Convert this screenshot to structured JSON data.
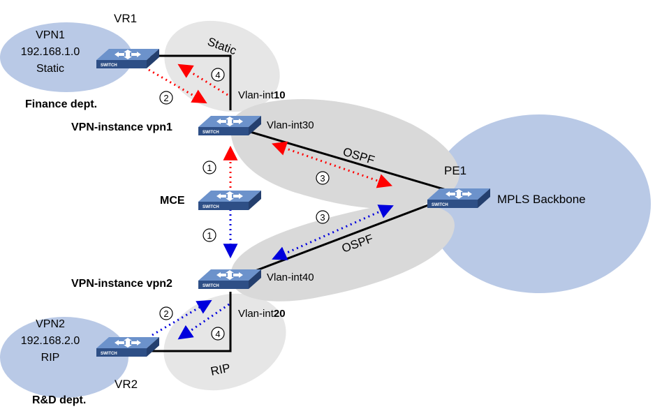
{
  "colors": {
    "vpn_bubble": "#b9c9e6",
    "routing_area": "#d9d9d9",
    "routing_area_light": "#e6e6e6",
    "red_flow": "#ff0000",
    "blue_flow": "#0000dd",
    "switch_top": "#5f86c1",
    "switch_side": "#2e4f86"
  },
  "devices": {
    "vr1": {
      "label": "VR1",
      "icon_text": "SWITCH"
    },
    "vr2": {
      "label": "VR2",
      "icon_text": "SWITCH"
    },
    "vpn1_instance": {
      "label": "VPN-instance vpn1",
      "icon_text": "SWITCH"
    },
    "vpn2_instance": {
      "label": "VPN-instance vpn2",
      "icon_text": "SWITCH"
    },
    "mce": {
      "label": "MCE",
      "icon_text": "SWITCH"
    },
    "pe1": {
      "label": "PE1",
      "icon_text": "SWITCH"
    }
  },
  "sites": {
    "vpn1": {
      "line1": "VPN1",
      "line2": "192.168.1.0",
      "line3": "Static",
      "dept": "Finance dept."
    },
    "vpn2": {
      "line1": "VPN2",
      "line2": "192.168.2.0",
      "line3": "RIP",
      "dept": "R&D dept."
    },
    "backbone": {
      "label": "MPLS Backbone"
    }
  },
  "interfaces": {
    "vlan10": {
      "prefix": "Vlan-int",
      "num": "10"
    },
    "vlan30": "Vlan-int30",
    "vlan40": "Vlan-int40",
    "vlan20": {
      "prefix": "Vlan-int",
      "num": "20"
    }
  },
  "protocols": {
    "static": "Static",
    "ospf_top": "OSPF",
    "ospf_bottom": "OSPF",
    "rip": "RIP"
  },
  "steps": {
    "top_1": "1",
    "top_2": "2",
    "top_3": "3",
    "top_4": "4",
    "bottom_1": "1",
    "bottom_2": "2",
    "bottom_3": "3",
    "bottom_4": "4"
  }
}
